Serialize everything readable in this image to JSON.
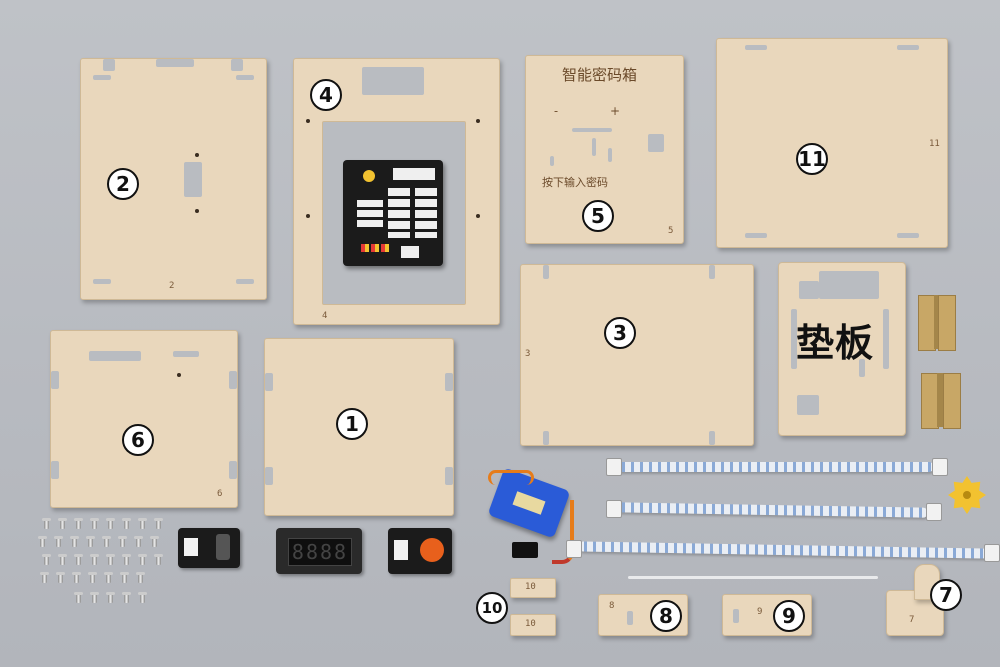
{
  "panels": {
    "p1": {
      "marker": "1"
    },
    "p2": {
      "marker": "2",
      "engraved_number": "2"
    },
    "p3": {
      "marker": "3",
      "engraved_number": "3"
    },
    "p4": {
      "marker": "4",
      "engraved_number": "4"
    },
    "p5": {
      "marker": "5",
      "engraved_number": "5",
      "title_text": "智能密码箱",
      "minus": "-",
      "plus": "+",
      "subtitle_text": "按下输入密码"
    },
    "p6": {
      "marker": "6",
      "engraved_number": "6"
    },
    "p7": {
      "marker": "7",
      "engraved_number": "7"
    },
    "p8": {
      "marker": "8",
      "engraved_number": "8"
    },
    "p9": {
      "marker": "9",
      "engraved_number": "9"
    },
    "p10": {
      "marker": "10",
      "engraved_top": "10",
      "engraved_bottom": "10"
    },
    "p11": {
      "marker": "11",
      "engraved_number": "11"
    }
  },
  "pad_label": "垫板",
  "colors": {
    "background": "#b9bcc1",
    "wood": "#e9d7bc",
    "pcb": "#1b1b1b",
    "servo": "#2a5bd7",
    "hinge": "#c8a766",
    "wheel": "#f2c230"
  },
  "icons": [
    "servo-motor-icon",
    "hinge-icon",
    "wheel-icon",
    "keypad-display-icon"
  ]
}
